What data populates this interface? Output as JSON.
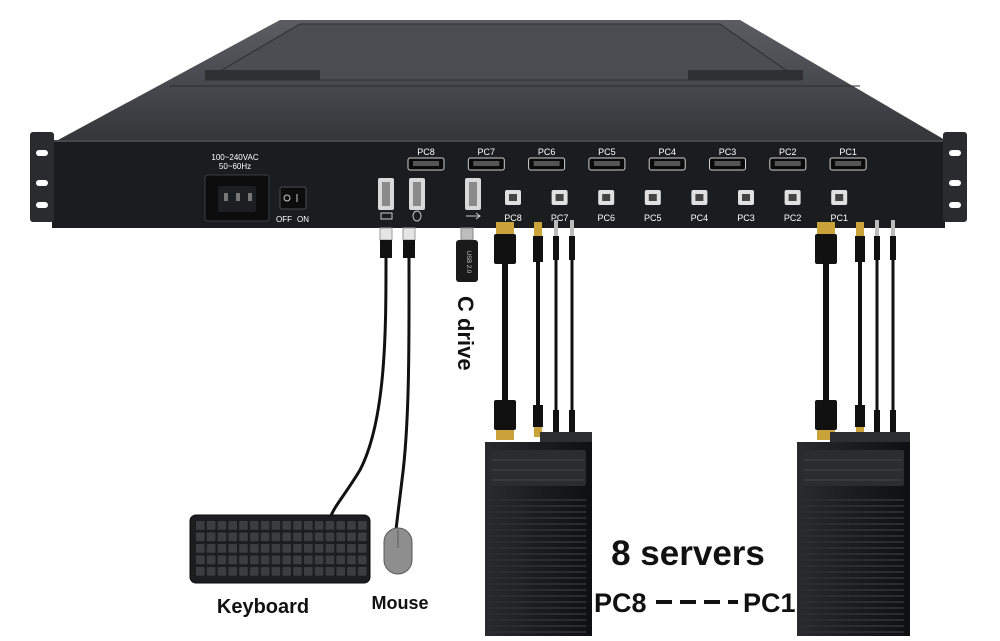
{
  "power": {
    "voltage": "100~240VAC",
    "frequency": "50~60Hz",
    "switch_off": "OFF",
    "switch_on": "ON"
  },
  "ports": {
    "hdmi_labels": [
      "PC8",
      "PC7",
      "PC6",
      "PC5",
      "PC4",
      "PC3",
      "PC2",
      "PC1"
    ],
    "usb_b_labels": [
      "PC8",
      "PC7",
      "PC6",
      "PC5",
      "PC4",
      "PC3",
      "PC2",
      "PC1"
    ]
  },
  "usb_stick_text": "USB 2.0",
  "labels": {
    "c_drive": "C drive",
    "keyboard": "Keyboard",
    "mouse": "Mouse",
    "servers_title": "8 servers",
    "range_start": "PC8",
    "range_end": "PC1"
  },
  "colors": {
    "chassis_top": "#3f4246",
    "chassis_back": "#1b1c1e",
    "cable": "#111111",
    "gold": "#c9a23a",
    "tower": "#1e1f21"
  }
}
